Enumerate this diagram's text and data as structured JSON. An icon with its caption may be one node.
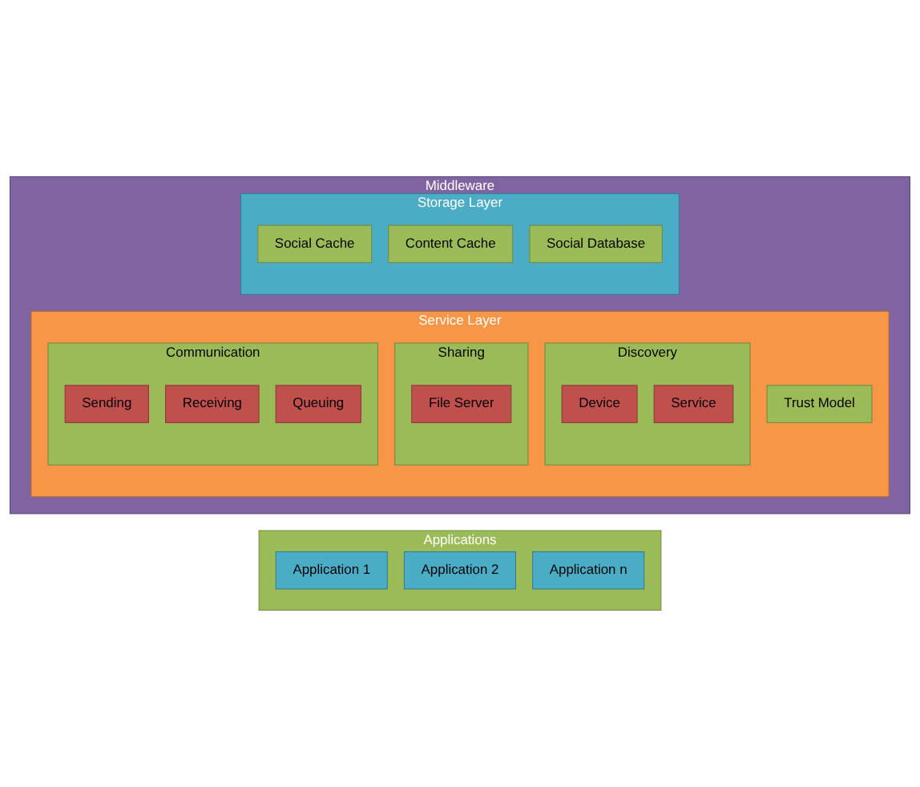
{
  "diagram": {
    "nodes": [
      {
        "text": [
          "Applications"
        ]
      },
      {
        "text": [
          "Application 1"
        ],
        "in": 0
      },
      {
        "text": [
          "Application 2"
        ],
        "in": 0
      },
      {
        "text": [
          "Application n"
        ],
        "in": 0
      },
      {
        "text": [
          "Middleware"
        ]
      },
      {
        "text": [
          "Service Layer"
        ],
        "in": 4
      },
      {
        "text": [
          "Trust Model"
        ],
        "in": 5
      },
      {
        "text": [
          "Discovery"
        ],
        "in": 5
      },
      {
        "text": [
          "Device"
        ],
        "in": 7
      },
      {
        "text": [
          "Service"
        ],
        "in": 7
      },
      {
        "text": [
          "Sharing"
        ],
        "in": 5
      },
      {
        "text": [
          "File Server"
        ],
        "in": 10
      },
      {
        "text": [
          "Communication"
        ],
        "in": 5
      },
      {
        "text": [
          "Sending"
        ],
        "in": 12
      },
      {
        "text": [
          "Receiving"
        ],
        "in": 12
      },
      {
        "text": [
          "Queuing"
        ],
        "in": 12
      },
      {
        "text": [
          "Storage Layer"
        ],
        "in": 4
      },
      {
        "text": [
          "Social Cache"
        ],
        "in": 16
      },
      {
        "text": [
          "Content Cache"
        ],
        "in": 16
      },
      {
        "text": [
          "Social Database"
        ],
        "in": 16
      }
    ]
  }
}
